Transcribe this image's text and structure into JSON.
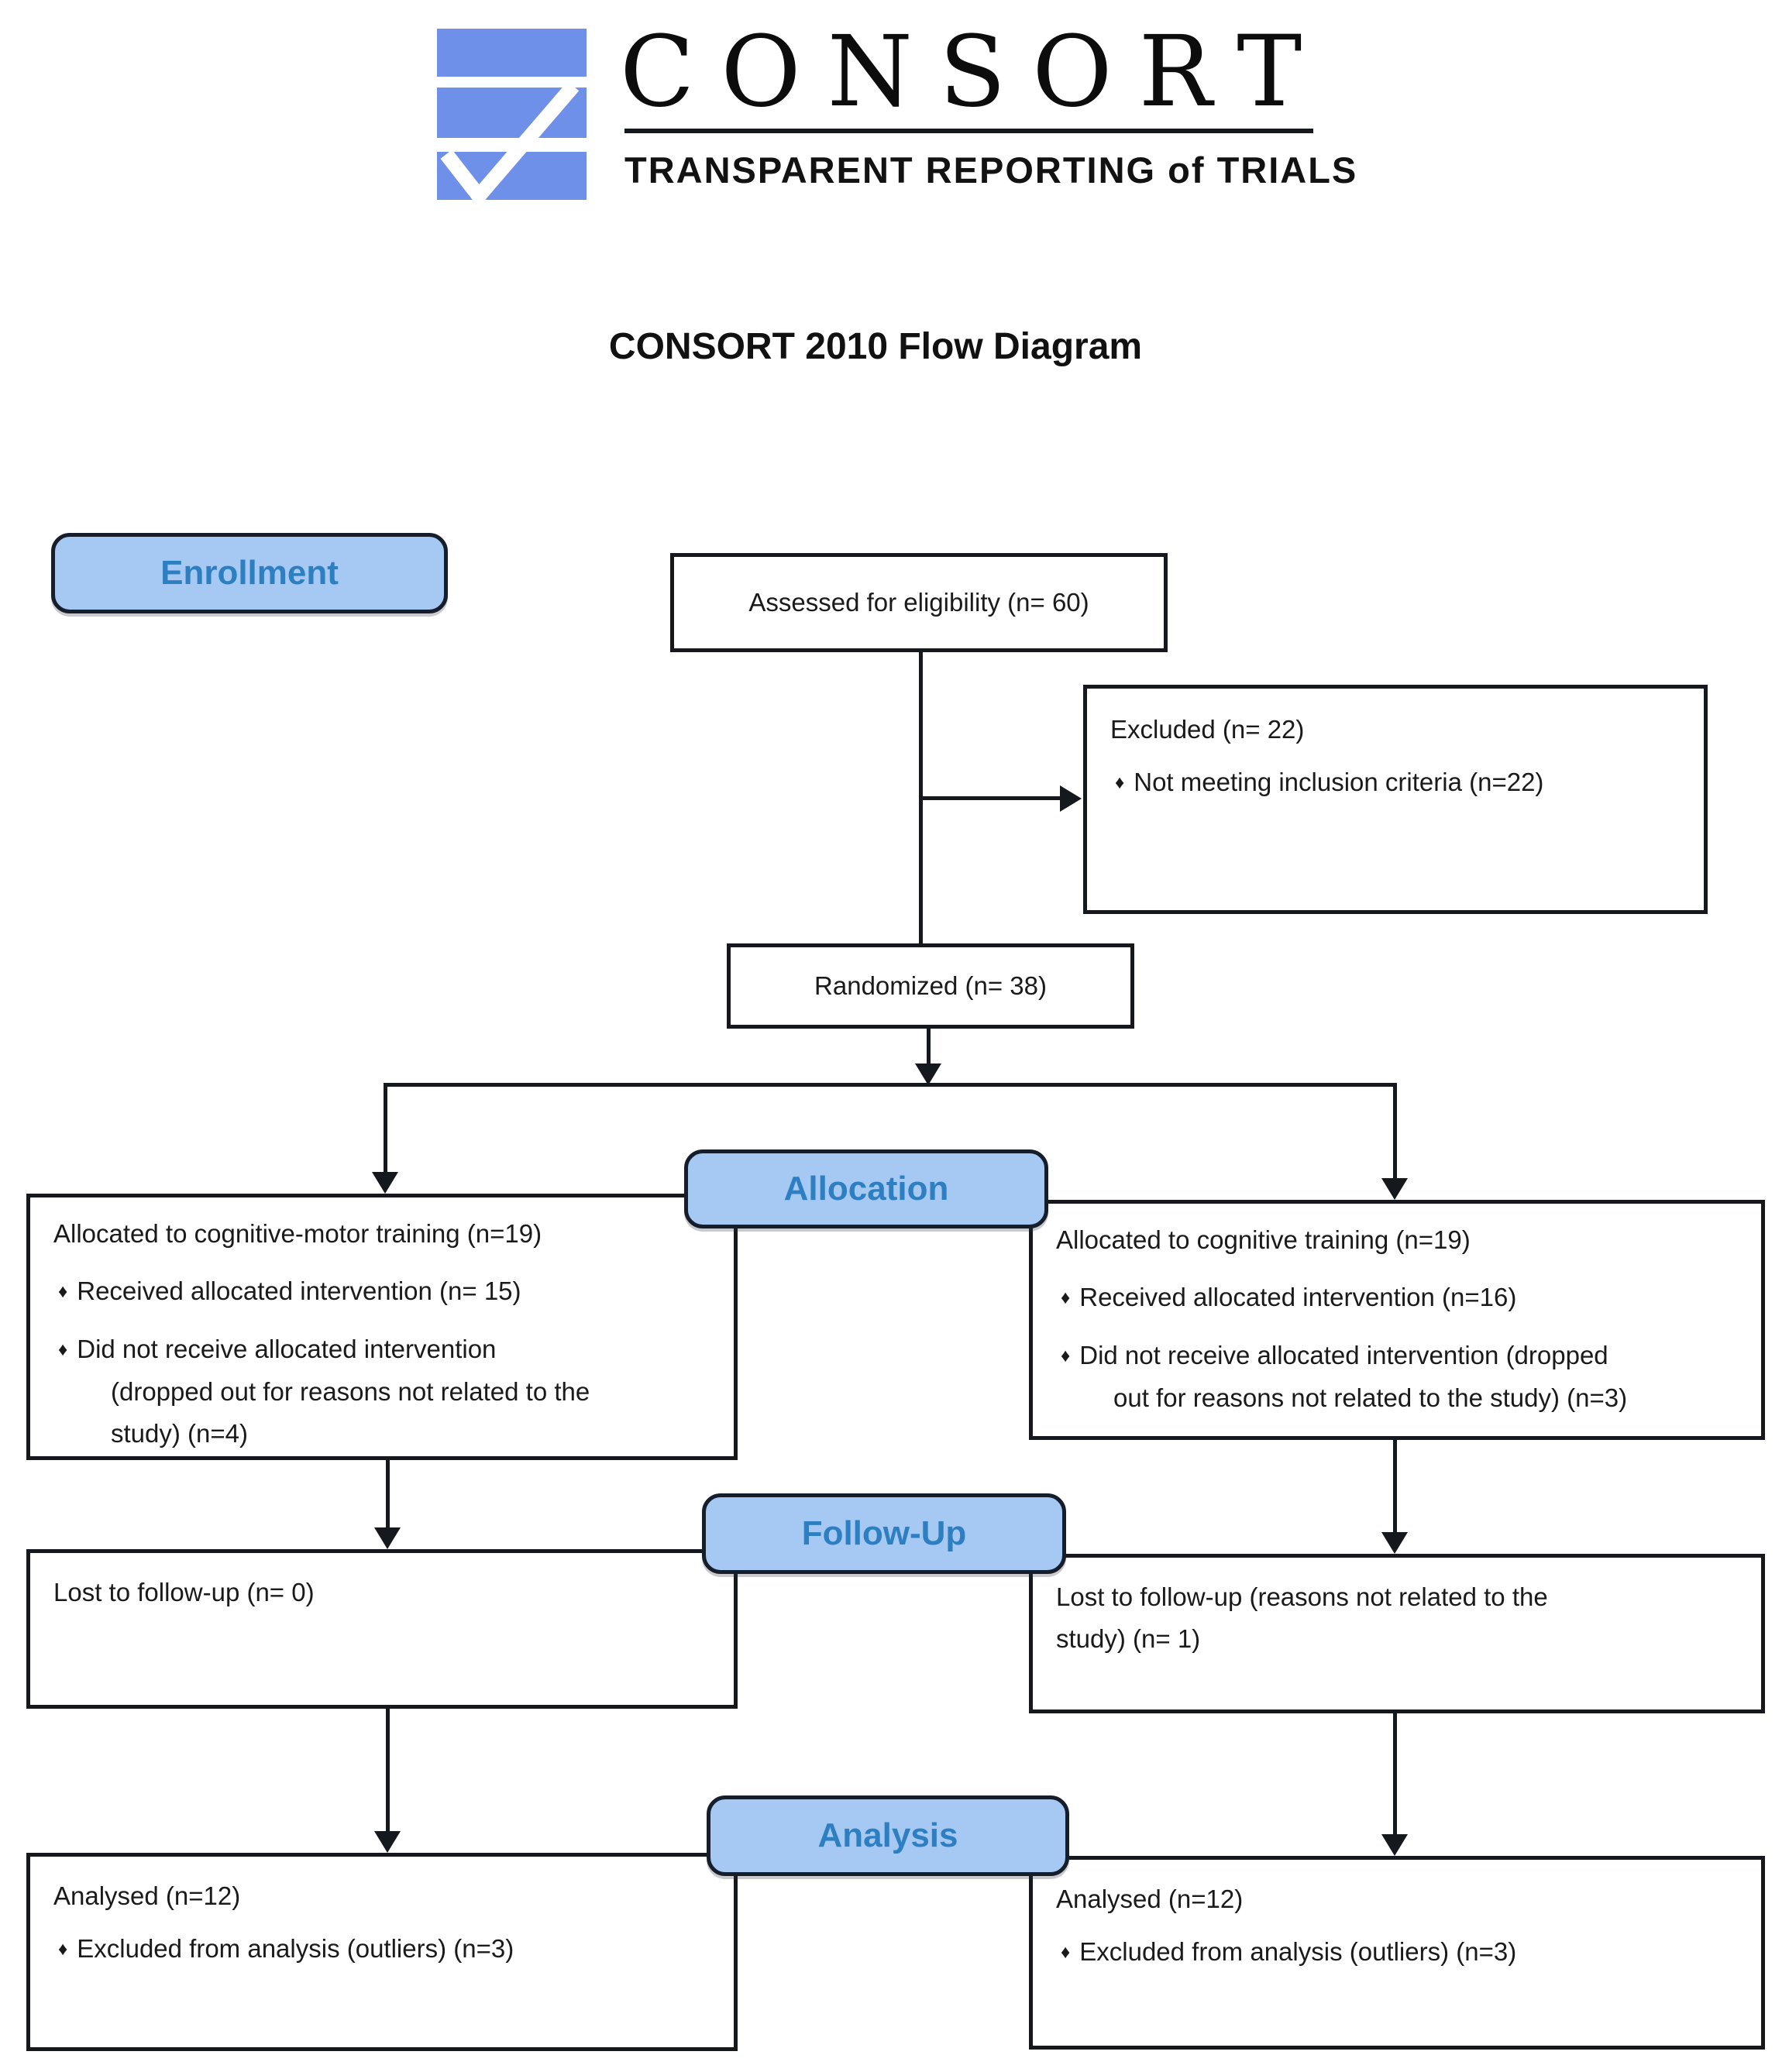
{
  "logo": {
    "wordmark": "CONSORT",
    "tagline": "TRANSPARENT REPORTING of TRIALS"
  },
  "page_title": "CONSORT 2010 Flow Diagram",
  "glyphs": {
    "bullet": "♦"
  },
  "colors": {
    "logo_blue": "#6f90e8",
    "stage_fill": "#a5c9f2",
    "stage_text": "#2e7fc1",
    "stage_border": "#161d2b",
    "line": "#15181d"
  },
  "stage_labels": {
    "enrollment": "Enrollment",
    "allocation": "Allocation",
    "followup": "Follow-Up",
    "analysis": "Analysis"
  },
  "boxes": {
    "assessed": {
      "text": "Assessed for eligibility (n= 60)"
    },
    "excluded": {
      "title": "Excluded (n= 22)",
      "bullet1": "Not meeting inclusion criteria (n=22)"
    },
    "randomized": {
      "text": "Randomized (n= 38)"
    },
    "alloc_left": {
      "title": "Allocated to cognitive-motor training (n=19)",
      "bullet1": "Received allocated intervention (n= 15)",
      "bullet2_line1": "Did not receive allocated intervention",
      "bullet2_line2": "(dropped out for reasons not related to the",
      "bullet2_line3": "study) (n=4)"
    },
    "alloc_right": {
      "title": "Allocated to cognitive training (n=19)",
      "bullet1": "Received allocated intervention (n=16)",
      "bullet2_line1": "Did not receive allocated intervention (dropped",
      "bullet2_line2": "out for reasons not related to the study) (n=3)"
    },
    "followup_left": {
      "line1": "Lost to follow-up (n= 0)"
    },
    "followup_right": {
      "line1": "Lost to follow-up (reasons not related to the",
      "line2": "study) (n= 1)"
    },
    "analysis_left": {
      "title": "Analysed (n=12)",
      "bullet1": "Excluded from analysis (outliers) (n=3)"
    },
    "analysis_right": {
      "title": "Analysed (n=12)",
      "bullet1": "Excluded from analysis (outliers) (n=3)"
    }
  }
}
